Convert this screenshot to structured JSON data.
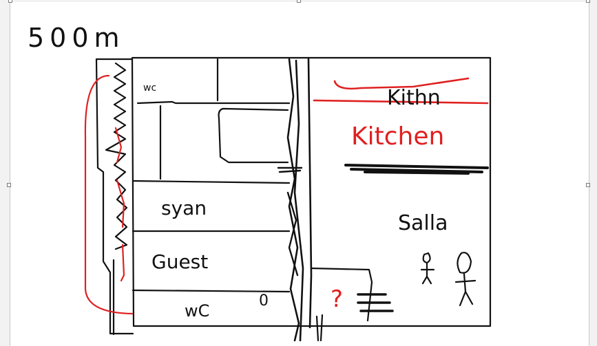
{
  "sketch": {
    "size_label": "500m",
    "rooms": {
      "wc_top": "wc",
      "syan": "syan",
      "guest": "Guest",
      "wc_bottom": "wC",
      "kitchen_crossed": "Kithn",
      "kitchen": "Kitchen",
      "salla": "Salla",
      "question": "?",
      "bottom_mark": "0"
    },
    "colors": {
      "ink": "#111111",
      "red": "#e02020"
    }
  }
}
